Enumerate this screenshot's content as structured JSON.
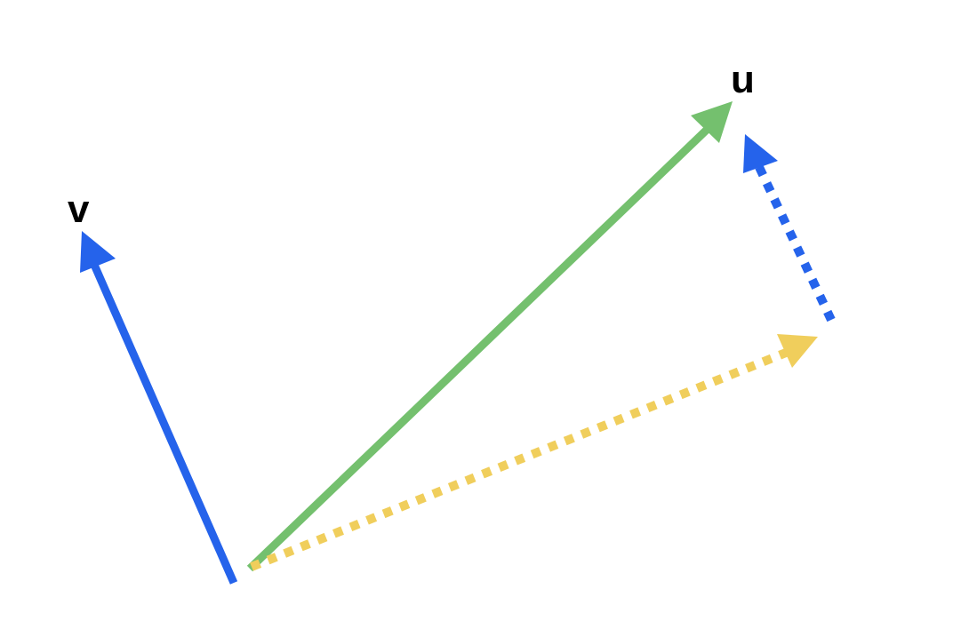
{
  "diagram": {
    "labels": {
      "v": "v",
      "u": "u"
    },
    "vectors": [
      {
        "id": "v",
        "style": "solid",
        "color": "#2563EB"
      },
      {
        "id": "u",
        "style": "solid",
        "color": "#74C06E"
      },
      {
        "id": "projection",
        "style": "dotted",
        "color": "#F0CE5C"
      },
      {
        "id": "rejection",
        "style": "dotted",
        "color": "#2563EB"
      }
    ],
    "background": "#FFFFFF"
  }
}
